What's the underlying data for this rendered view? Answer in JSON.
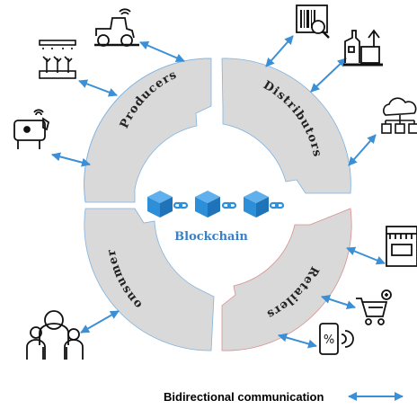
{
  "diagram": {
    "center": {
      "label": "Blockchain"
    },
    "segments": [
      {
        "id": "producers",
        "label": "Producers"
      },
      {
        "id": "distributors",
        "label": "Distributors"
      },
      {
        "id": "retailers",
        "label": "Retailers"
      },
      {
        "id": "consumers",
        "label": "Consumers"
      }
    ],
    "icons": [
      "tractor-icon",
      "greenhouse-icon",
      "cow-icon",
      "barcode-scanner-icon",
      "factory-icon",
      "cloud-server-icon",
      "shop-icon",
      "shopping-cart-icon",
      "mobile-payment-icon",
      "people-icon"
    ],
    "colors": {
      "segment_fill": "#d9d9d9",
      "arrow": "#3a8fd6",
      "chain": "#2e8fd9",
      "center_text": "#3a7fc4"
    },
    "legend": {
      "label": "Bidirectional communication"
    }
  }
}
